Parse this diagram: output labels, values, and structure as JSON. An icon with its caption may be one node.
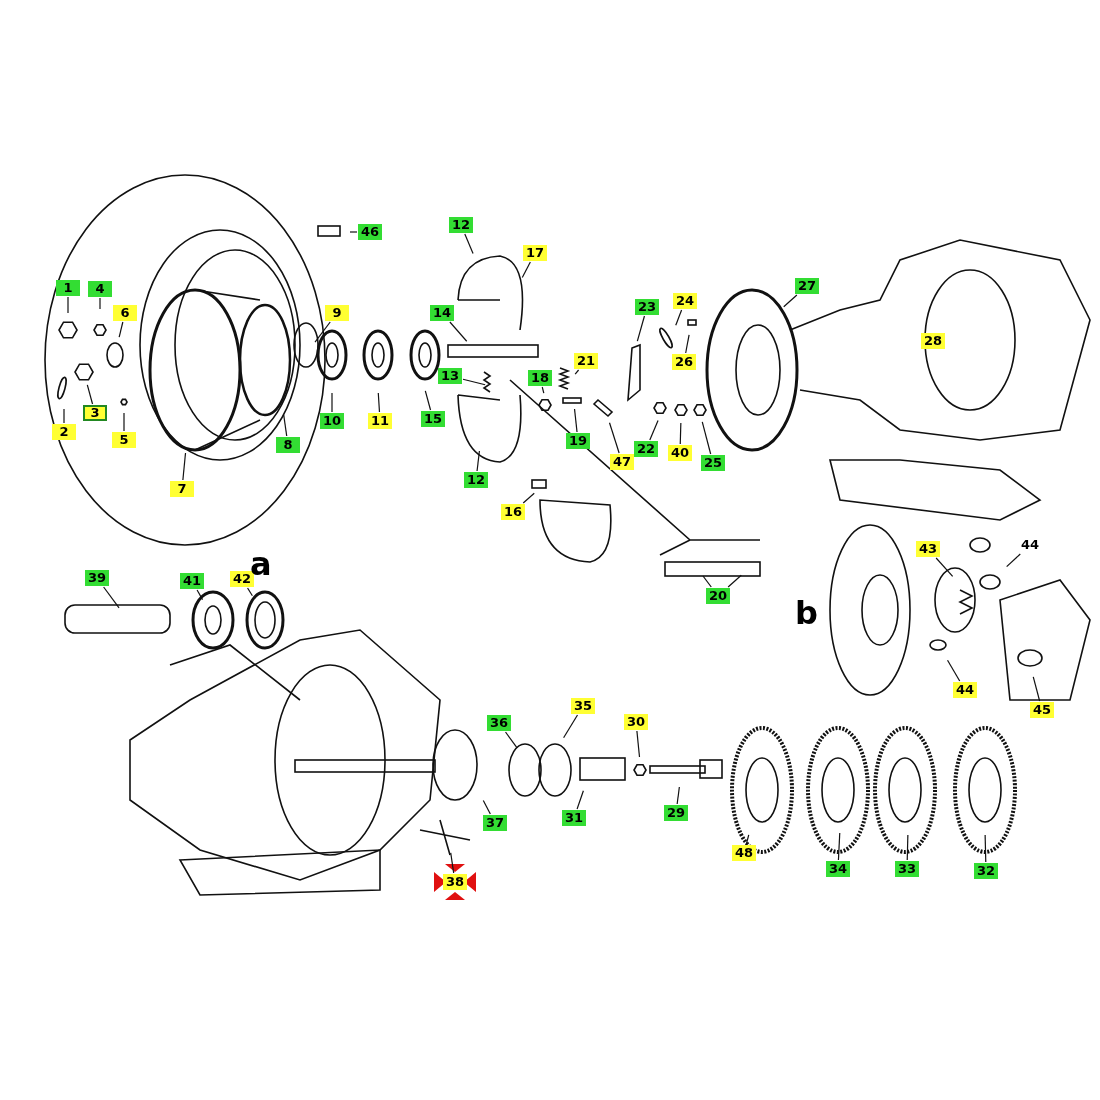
{
  "diagram": {
    "nodes": [
      {
        "text": [
          "1"
        ]
      },
      {
        "text": [
          "4"
        ]
      },
      {
        "text": [
          "6"
        ]
      },
      {
        "text": [
          "2"
        ]
      },
      {
        "text": [
          "3"
        ]
      },
      {
        "text": [
          "5"
        ]
      },
      {
        "text": [
          "7"
        ]
      },
      {
        "text": [
          "8"
        ]
      },
      {
        "text": [
          "9"
        ]
      },
      {
        "text": [
          "46"
        ]
      },
      {
        "text": [
          "10"
        ]
      },
      {
        "text": [
          "11"
        ]
      },
      {
        "text": [
          "15"
        ]
      },
      {
        "text": [
          "12"
        ]
      },
      {
        "text": [
          "17"
        ]
      },
      {
        "text": [
          "14"
        ]
      },
      {
        "text": [
          "13"
        ]
      },
      {
        "text": [
          "12"
        ]
      },
      {
        "text": [
          "18"
        ]
      },
      {
        "text": [
          "21"
        ]
      },
      {
        "text": [
          "19"
        ]
      },
      {
        "text": [
          "47"
        ]
      },
      {
        "text": [
          "23"
        ]
      },
      {
        "text": [
          "24"
        ]
      },
      {
        "text": [
          "26"
        ]
      },
      {
        "text": [
          "22"
        ]
      },
      {
        "text": [
          "40"
        ]
      },
      {
        "text": [
          "25"
        ]
      },
      {
        "text": [
          "27"
        ]
      },
      {
        "text": [
          "16"
        ]
      },
      {
        "text": [
          "20"
        ]
      },
      {
        "text": [
          "39"
        ]
      },
      {
        "text": [
          "41"
        ]
      },
      {
        "text": [
          "42"
        ]
      },
      {
        "text": [
          "43"
        ]
      },
      {
        "text": [
          "44"
        ]
      },
      {
        "text": [
          "44"
        ]
      },
      {
        "text": [
          "45"
        ]
      },
      {
        "text": [
          "36"
        ]
      },
      {
        "text": [
          "35"
        ]
      },
      {
        "text": [
          "30"
        ]
      },
      {
        "text": [
          "31"
        ]
      },
      {
        "text": [
          "29"
        ]
      },
      {
        "text": [
          "37"
        ]
      },
      {
        "text": [
          "38"
        ]
      },
      {
        "text": [
          "48"
        ]
      },
      {
        "text": [
          "34"
        ]
      },
      {
        "text": [
          "33"
        ]
      },
      {
        "text": [
          "32"
        ]
      },
      {
        "text": [
          "28"
        ]
      }
    ],
    "edges": [
      {
        "from": 0,
        "to": null,
        "arrow": "none"
      },
      {
        "from": 1,
        "to": null,
        "arrow": "none"
      },
      {
        "from": 2,
        "to": null,
        "arrow": "none"
      },
      {
        "from": 3,
        "to": null,
        "arrow": "none"
      },
      {
        "from": 4,
        "to": null,
        "arrow": "none"
      },
      {
        "from": 5,
        "to": null,
        "arrow": "none"
      },
      {
        "from": 6,
        "to": null,
        "arrow": "none"
      },
      {
        "from": 7,
        "to": null,
        "arrow": "none"
      },
      {
        "from": 8,
        "to": null,
        "arrow": "none"
      },
      {
        "from": 9,
        "to": null,
        "arrow": "none"
      },
      {
        "from": 10,
        "to": null,
        "arrow": "none"
      },
      {
        "from": 11,
        "to": null,
        "arrow": "none"
      },
      {
        "from": 12,
        "to": null,
        "arrow": "none"
      },
      {
        "from": 13,
        "to": null,
        "arrow": "none"
      },
      {
        "from": 14,
        "to": null,
        "arrow": "none"
      },
      {
        "from": 15,
        "to": null,
        "arrow": "none"
      },
      {
        "from": 16,
        "to": null,
        "arrow": "none"
      },
      {
        "from": 17,
        "to": null,
        "arrow": "none"
      },
      {
        "from": 18,
        "to": null,
        "arrow": "none"
      },
      {
        "from": 19,
        "to": null,
        "arrow": "none"
      },
      {
        "from": 20,
        "to": null,
        "arrow": "none"
      },
      {
        "from": 21,
        "to": null,
        "arrow": "none"
      },
      {
        "from": 22,
        "to": null,
        "arrow": "none"
      },
      {
        "from": 23,
        "to": null,
        "arrow": "none"
      },
      {
        "from": 24,
        "to": null,
        "arrow": "none"
      },
      {
        "from": 25,
        "to": null,
        "arrow": "none"
      },
      {
        "from": 26,
        "to": null,
        "arrow": "none"
      },
      {
        "from": 27,
        "to": null,
        "arrow": "none"
      },
      {
        "from": 28,
        "to": null,
        "arrow": "none"
      },
      {
        "from": 29,
        "to": null,
        "arrow": "none"
      },
      {
        "from": 30,
        "to": null,
        "arrow": "none"
      },
      {
        "from": 30,
        "to": null,
        "arrow": "none"
      },
      {
        "from": 31,
        "to": null,
        "arrow": "none"
      },
      {
        "from": 32,
        "to": null,
        "arrow": "none"
      },
      {
        "from": 33,
        "to": null,
        "arrow": "none"
      },
      {
        "from": 34,
        "to": null,
        "arrow": "none"
      },
      {
        "from": 35,
        "to": null,
        "arrow": "none"
      },
      {
        "from": 36,
        "to": null,
        "arrow": "none"
      },
      {
        "from": 37,
        "to": null,
        "arrow": "none"
      },
      {
        "from": 38,
        "to": null,
        "arrow": "none"
      },
      {
        "from": 39,
        "to": null,
        "arrow": "none"
      },
      {
        "from": 40,
        "to": null,
        "arrow": "none"
      },
      {
        "from": 41,
        "to": null,
        "arrow": "none"
      },
      {
        "from": 42,
        "to": null,
        "arrow": "none"
      },
      {
        "from": 43,
        "to": null,
        "arrow": "none"
      },
      {
        "from": 44,
        "to": null,
        "arrow": "none"
      },
      {
        "from": 45,
        "to": null,
        "arrow": "none"
      },
      {
        "from": 46,
        "to": null,
        "arrow": "none"
      },
      {
        "from": 47,
        "to": null,
        "arrow": "none"
      },
      {
        "from": 48,
        "to": null,
        "arrow": "none"
      }
    ],
    "labels": [
      "a",
      "b"
    ]
  }
}
